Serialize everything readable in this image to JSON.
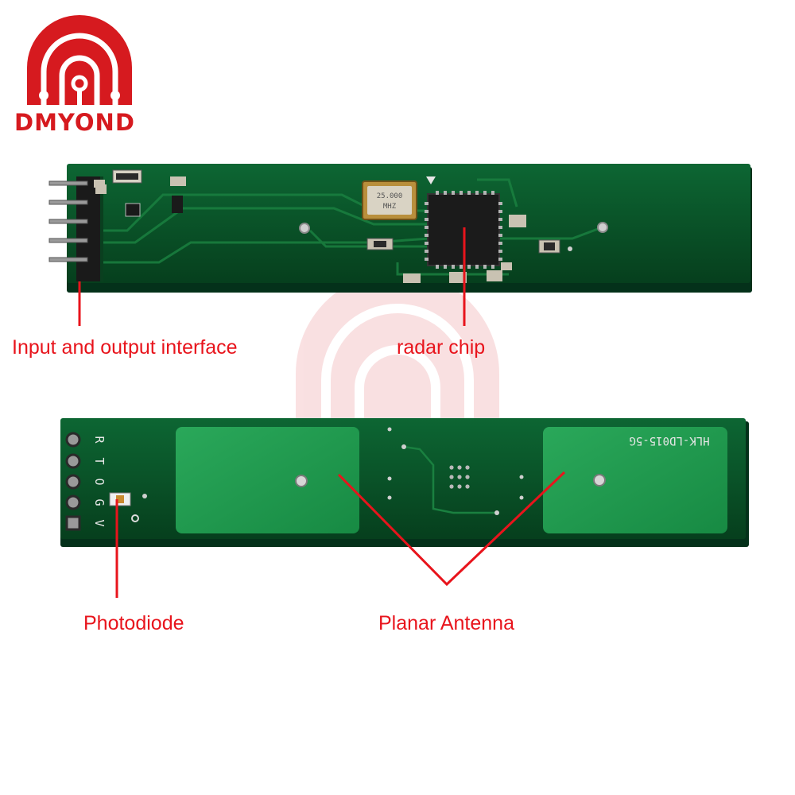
{
  "brand": {
    "name": "DMYOND",
    "watermark": "DMYOND",
    "color": "#d61a1f"
  },
  "board_top": {
    "crystal_label_1": "25.000",
    "crystal_label_2": "MHZ"
  },
  "board_bottom": {
    "model": "HLK-LD015-5G",
    "pin_labels": [
      "R",
      "T",
      "O",
      "G",
      "V"
    ]
  },
  "callouts": {
    "io_interface": "Input and output interface",
    "radar_chip": "radar chip",
    "photodiode": "Photodiode",
    "planar_antenna": "Planar Antenna"
  },
  "colors": {
    "pcb": "#0b5a2c",
    "pcb_dark": "#074a22",
    "antenna_pad": "#1f9a4e",
    "callout": "#e8141c"
  }
}
